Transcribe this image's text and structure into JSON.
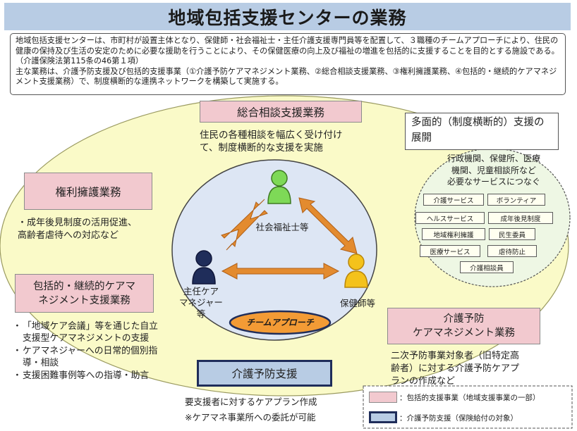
{
  "title": "地域包括支援センターの業務",
  "intro": {
    "paragraph1": "地域包括支援センターは、市町村が設置主体となり、保健師・社会福祉士・主任介護支援専門員等を配置して、３職種のチームアプローチにより、住民の健康の保持及び生活の安定のために必要な援助を行うことにより、その保健医療の向上及び福祉の増進を包括的に支援することを目的とする施設である。（介護保険法第115条の46第１項）",
    "paragraph2": "主な業務は、介護予防支援及び包括的支援事業（①介護予防ケアマネジメント業務、②総合相談支援業務、③権利擁護業務、④包括的・継続的ケアマネジメント支援業務）で、制度横断的な連携ネットワークを構築して実施する。"
  },
  "sogo": {
    "label": "総合相談支援業務",
    "desc1": "住民の各種相談を幅広く受け付け",
    "desc2": "て、制度横断的な支援を実施"
  },
  "kenri": {
    "label": "権利擁護業務",
    "item1": "成年後見制度の活用促進、",
    "item2": "高齢者虐待への対応など"
  },
  "hokatsu": {
    "label1": "包括的・継続的ケアマ",
    "label2": "ネジメント支援業務",
    "items": [
      "「地域ケア会議」等を通じた自立支援型ケアマネジメントの支援",
      "ケアマネジャーへの日常的個別指導・相談",
      "支援困難事例等への指導・助言"
    ]
  },
  "tamen": {
    "label": "多面的（制度横断的）支援の展開",
    "desc1": "行政機関、保健所、医療",
    "desc2": "機関、児童相談所など",
    "desc3": "必要なサービスにつなぐ",
    "tags": [
      "介護サービス",
      "ボランティア",
      "ヘルスサービス",
      "成年後見制度",
      "地域権利擁護",
      "民生委員",
      "医療サービス",
      "虐待防止",
      "介護相談員"
    ]
  },
  "team": {
    "shakai": "社会福祉士等",
    "shunin1": "主任ケア",
    "shunin2": "マネジャー",
    "shunin3": "等",
    "hokenshi": "保健師等",
    "approach": "チームアプローチ"
  },
  "yobo_cm": {
    "label1": "介護予防",
    "label2": "ケアマネジメント業務",
    "desc1": "二次予防事業対象者（旧特定高",
    "desc2": "齢者）に対する介護予防ケアプ",
    "desc3": "ランの作成など"
  },
  "yobo_shien": {
    "label": "介護予防支援",
    "desc1": "要支援者に対するケアプラン作成",
    "desc2": "※ケアマネ事業所への委託が可能"
  },
  "legend": {
    "pink": "：包括的支援事業（地域支援事業の一部）",
    "blue": "：介護予防支援（保険給付の対象）"
  },
  "colors": {
    "title_bg": "#b8cce4",
    "pink": "#f2c9cf",
    "yellow": "#fafac8",
    "person_green": "#7ed957",
    "person_navy": "#1f2d5a",
    "person_yellow": "#f4c21b",
    "arrow": "#e38b2f"
  }
}
